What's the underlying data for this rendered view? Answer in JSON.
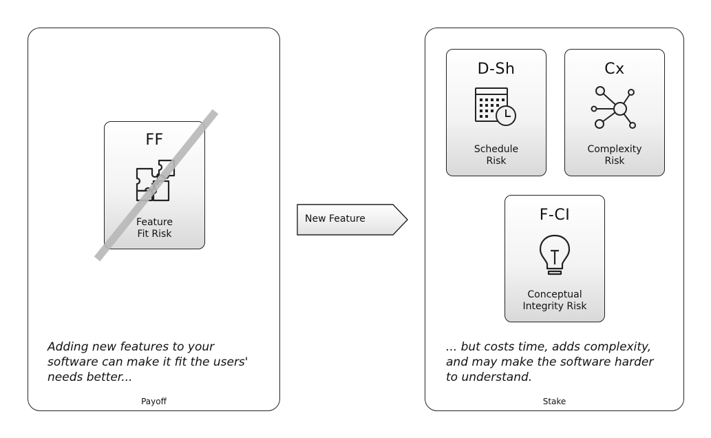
{
  "payoff": {
    "footer": "Payoff",
    "caption": "Adding new features to your\nsoftware can make it fit the users'\nneeds better...",
    "risk": {
      "code": "FF",
      "name": "Feature\nFit Risk",
      "icon": "puzzle-icon",
      "crossed_out": true
    }
  },
  "arrow": {
    "label": "New Feature"
  },
  "stake": {
    "footer": "Stake",
    "caption": "... but costs time, adds complexity,\nand may make the software harder\nto understand.",
    "risks": [
      {
        "code": "D-Sh",
        "name": "Schedule\nRisk",
        "icon": "calendar-clock-icon"
      },
      {
        "code": "Cx",
        "name": "Complexity\nRisk",
        "icon": "network-icon"
      },
      {
        "code": "F-CI",
        "name": "Conceptual\nIntegrity Risk",
        "icon": "lightbulb-icon"
      }
    ]
  },
  "colors": {
    "card_gradient_top": "#ffffff",
    "card_gradient_bottom": "#d9d9d9",
    "strike": "#b8b8b8",
    "border": "#222222"
  }
}
